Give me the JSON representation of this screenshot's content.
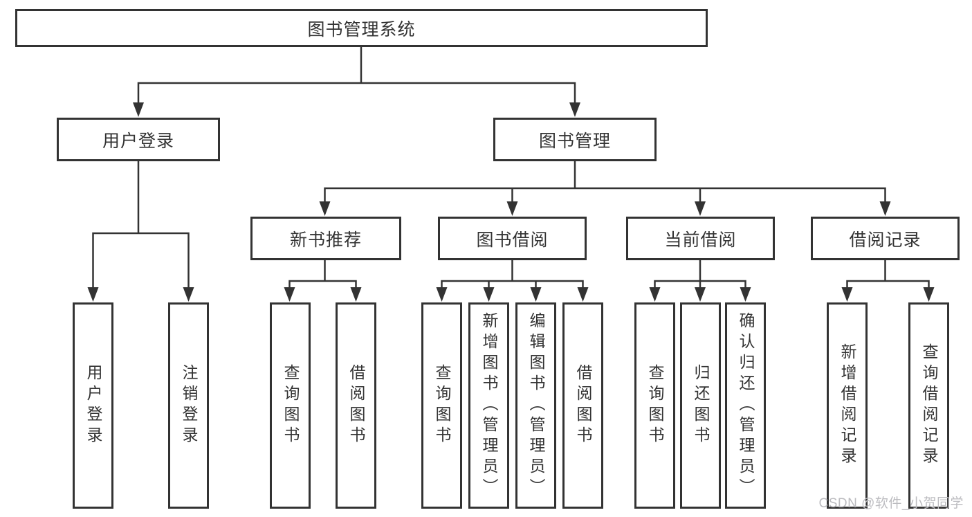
{
  "diagram": {
    "type": "tree",
    "root": {
      "label": "图书管理系统",
      "children": [
        {
          "label": "用户登录",
          "children": [
            {
              "label": "用户登录"
            },
            {
              "label": "注销登录"
            }
          ]
        },
        {
          "label": "图书管理",
          "children": [
            {
              "label": "新书推荐",
              "children": [
                {
                  "label": "查询图书"
                },
                {
                  "label": "借阅图书"
                }
              ]
            },
            {
              "label": "图书借阅",
              "children": [
                {
                  "label": "查询图书"
                },
                {
                  "label": "新增图书（管理员）"
                },
                {
                  "label": "编辑图书（管理员）"
                },
                {
                  "label": "借阅图书"
                }
              ]
            },
            {
              "label": "当前借阅",
              "children": [
                {
                  "label": "查询图书"
                },
                {
                  "label": "归还图书"
                },
                {
                  "label": "确认归还（管理员）"
                }
              ]
            },
            {
              "label": "借阅记录",
              "children": [
                {
                  "label": "新增借阅记录"
                },
                {
                  "label": "查询借阅记录"
                }
              ]
            }
          ]
        }
      ]
    }
  },
  "watermark": "CSDN @软件_小贺同学",
  "colors": {
    "line": "#333333",
    "border": "#333333",
    "text": "#333333",
    "background": "#ffffff",
    "watermark": "#bcbcc0"
  }
}
